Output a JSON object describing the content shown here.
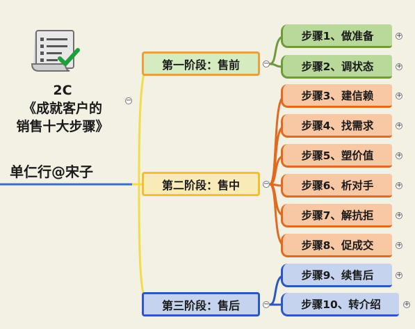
{
  "root": {
    "title_lines": [
      "2C",
      "《成就客户的",
      "销售十大步骤》"
    ],
    "author": "单仁行@宋子"
  },
  "phases": [
    {
      "label": "第一阶段：售前",
      "steps": [
        "步骤1、做准备",
        "步骤2、调状态"
      ]
    },
    {
      "label": "第二阶段：售中",
      "steps": [
        "步骤3、建信赖",
        "步骤4、找需求",
        "步骤5、塑价值",
        "步骤6、析对手",
        "步骤7、解抗拒",
        "步骤8、促成交"
      ]
    },
    {
      "label": "第三阶段：售后",
      "steps": [
        "步骤9、续售后",
        "步骤10、转介绍"
      ]
    }
  ],
  "colors": {
    "background": "#f3f0e4",
    "trunk": "#f3dc4a",
    "root_line": "#3d6ec4",
    "phase1": {
      "fill": "#d6ebbf",
      "border": "#e9a03f",
      "step_fill": "#b9d99a",
      "branch": "#6e9a3c"
    },
    "phase2": {
      "fill": "#f9ebb7",
      "border": "#f0c030",
      "step_fill": "#f8c7a3",
      "branch": "#e06a1f"
    },
    "phase3": {
      "fill": "#c5d3ee",
      "border": "#2b56c4",
      "step_fill": "#c5d3ee",
      "branch": "#2b56c4"
    }
  },
  "icons": {
    "document": "checklist-document-icon",
    "collapse": "minus-circle-icon",
    "expand": "plus-circle-icon"
  }
}
